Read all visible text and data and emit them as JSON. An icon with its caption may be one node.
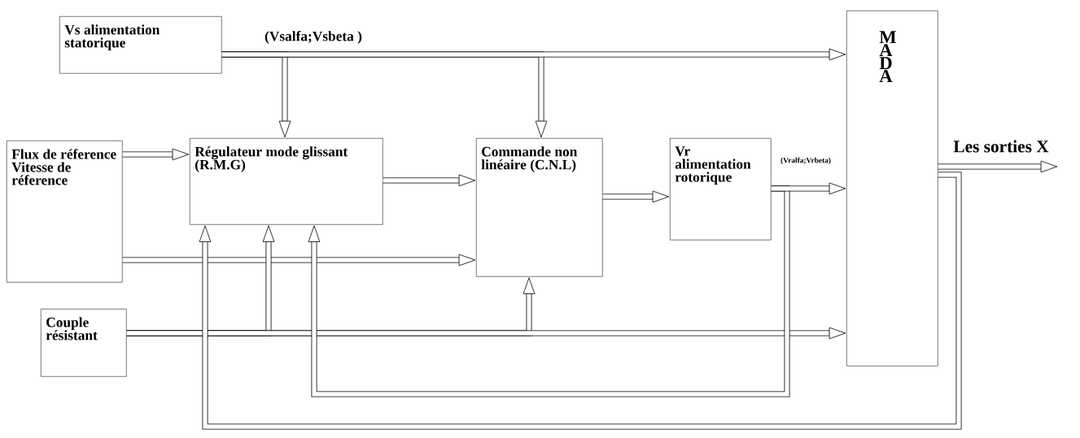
{
  "diagram": {
    "nodes": [
      {
        "text": [
          "Vs alimentation statorique"
        ]
      },
      {
        "text": [
          "Flux de réference Vitesse de réference"
        ]
      },
      {
        "text": [
          "Régulateur mode glissant (R.M.G)"
        ]
      },
      {
        "text": [
          "Commande non linéaire (C.N.L)"
        ]
      },
      {
        "text": [
          "Vr alimentation rotorique"
        ]
      },
      {
        "text": [
          "M A D A"
        ]
      },
      {
        "text": [
          "Couple résistant"
        ]
      }
    ],
    "edges": [
      {
        "from": 2,
        "to": 3,
        "arrow": "to"
      },
      {
        "from": 1,
        "to": 2,
        "arrow": "to"
      },
      {
        "from": 1,
        "to": 3,
        "arrow": "to"
      },
      {
        "from": 3,
        "to": 4,
        "arrow": "to"
      },
      {
        "from": 6,
        "to": 2,
        "arrow": "to"
      },
      {
        "from": 6,
        "to": 3,
        "arrow": "to"
      },
      {
        "from": 6,
        "to": 5,
        "arrow": "to"
      },
      {
        "from": 4,
        "to": 2,
        "arrow": "to"
      },
      {
        "from": 5,
        "to": 2,
        "arrow": "to"
      },
      {
        "from": 4,
        "to": 5,
        "arrow": "to",
        "label": "(Vralfa;Vrbeta)"
      },
      {
        "from": 0,
        "to": 2,
        "arrow": "to"
      },
      {
        "from": 0,
        "to": 3,
        "arrow": "to"
      },
      {
        "from": 0,
        "to": 5,
        "arrow": "to",
        "label": "(Vsalfa;Vsbeta )"
      },
      {
        "from": 5,
        "to": null,
        "arrow": "to",
        "label": "Les sorties X"
      }
    ]
  }
}
